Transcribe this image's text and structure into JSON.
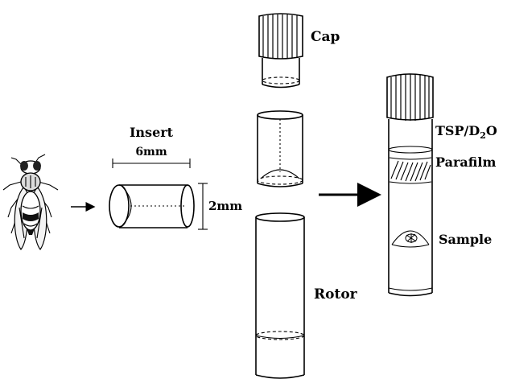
{
  "labels": {
    "insert": "Insert",
    "insert_length": "6mm",
    "insert_diameter": "2mm",
    "cap": "Cap",
    "rotor": "Rotor",
    "tsp_pre": "TSP/D",
    "tsp_sub": "2",
    "tsp_post": "O",
    "parafilm": "Parafilm",
    "sample": "Sample"
  }
}
